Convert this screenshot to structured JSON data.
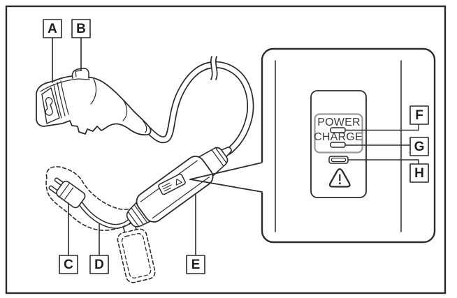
{
  "diagram": {
    "type": "technical-illustration",
    "subject": "EV charging cable assembly with connector, control box, plug and indicator-panel callout",
    "labels": {
      "A": "A",
      "B": "B",
      "C": "C",
      "D": "D",
      "E": "E",
      "F": "F",
      "G": "G",
      "H": "H"
    },
    "inset": {
      "power_label": "POWER",
      "charge_label": "CHARGE",
      "warning_icon": "warning-triangle"
    },
    "colors": {
      "line": "#2b2b2b",
      "panel_gray": "#9b9b9b",
      "background": "#ffffff",
      "text": "#3b3b3b"
    }
  }
}
